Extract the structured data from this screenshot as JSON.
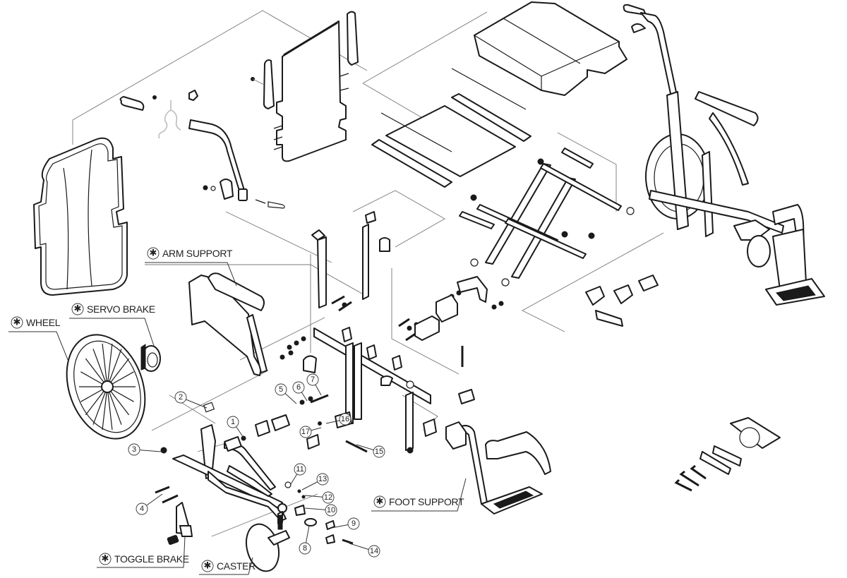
{
  "diagram": {
    "title": "Wheelchair exploded parts view",
    "accent_color": "#1a1a1a",
    "leader_color": "#777777",
    "assembly_labels": [
      {
        "id": "arm-support",
        "marker": "✱",
        "text": "ARM SUPPORT"
      },
      {
        "id": "servo-brake",
        "marker": "✱",
        "text": "SERVO BRAKE"
      },
      {
        "id": "wheel",
        "marker": "✱",
        "text": "WHEEL"
      },
      {
        "id": "foot-support",
        "marker": "✱",
        "text": "FOOT SUPPORT"
      },
      {
        "id": "toggle-brake",
        "marker": "✱",
        "text": "TOGGLE BRAKE"
      },
      {
        "id": "caster",
        "marker": "✱",
        "text": "CASTER"
      }
    ],
    "part_numbers": [
      "1",
      "2",
      "3",
      "4",
      "5",
      "6",
      "7",
      "8",
      "9",
      "10",
      "11",
      "12",
      "13",
      "14",
      "15",
      "16",
      "17"
    ],
    "components": [
      "backrest-cushion",
      "back-upholstery",
      "push-handle",
      "handle-grip",
      "seat-cushion",
      "seat-upholstery",
      "cross-brace",
      "side-frame",
      "arm-support",
      "wheel",
      "servo-brake",
      "caster",
      "toggle-brake",
      "foot-support",
      "assembled-wheelchair",
      "tool-kit"
    ]
  }
}
